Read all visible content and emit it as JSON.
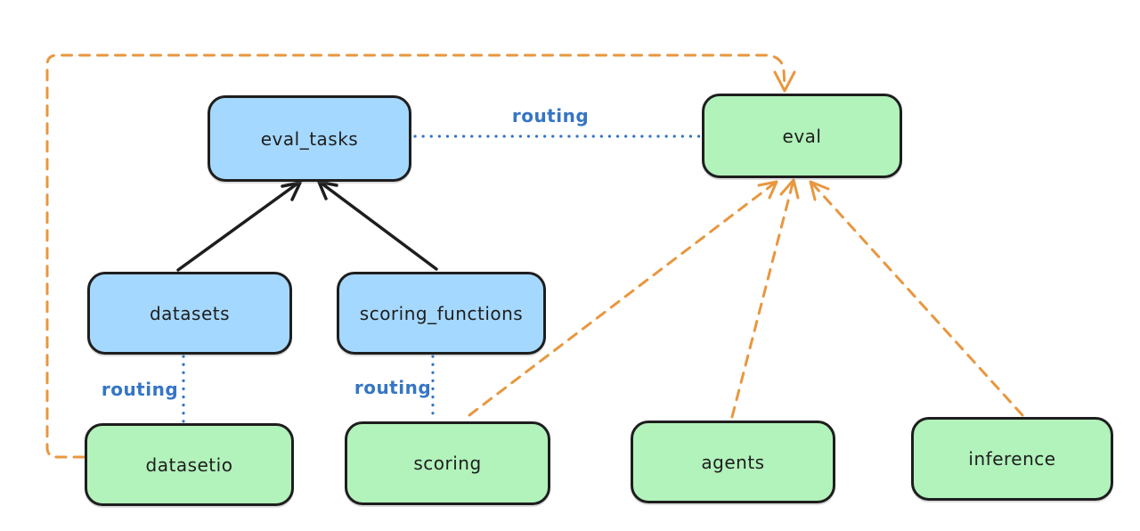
{
  "diagram": {
    "type": "architecture-flow-diagram",
    "background": "#ffffff",
    "colors": {
      "api_node_fill": "#a5d8ff",
      "provider_node_fill": "#b2f2bb",
      "node_stroke": "#1e1e1e",
      "routing_line_blue": "#3575c4",
      "dashed_arrow_orange": "#e8973f",
      "solid_arrow_black": "#1e1e1e"
    },
    "nodes": [
      {
        "id": "eval_tasks",
        "label": "eval_tasks",
        "kind": "api"
      },
      {
        "id": "eval",
        "label": "eval",
        "kind": "provider"
      },
      {
        "id": "datasets",
        "label": "datasets",
        "kind": "api"
      },
      {
        "id": "scoring_functions",
        "label": "scoring_functions",
        "kind": "api"
      },
      {
        "id": "datasetio",
        "label": "datasetio",
        "kind": "provider"
      },
      {
        "id": "scoring",
        "label": "scoring",
        "kind": "provider"
      },
      {
        "id": "agents",
        "label": "agents",
        "kind": "provider"
      },
      {
        "id": "inference",
        "label": "inference",
        "kind": "provider"
      }
    ],
    "edges": [
      {
        "from": "datasets",
        "to": "eval_tasks",
        "style": "solid",
        "color": "black",
        "arrow": true
      },
      {
        "from": "scoring_functions",
        "to": "eval_tasks",
        "style": "solid",
        "color": "black",
        "arrow": true
      },
      {
        "from": "eval_tasks",
        "to": "eval",
        "style": "dotted",
        "color": "blue",
        "arrow": false,
        "label": "routing"
      },
      {
        "from": "datasets",
        "to": "datasetio",
        "style": "dotted",
        "color": "blue",
        "arrow": false,
        "label": "routing"
      },
      {
        "from": "scoring_functions",
        "to": "scoring",
        "style": "dotted",
        "color": "blue",
        "arrow": false,
        "label": "routing"
      },
      {
        "from": "datasetio",
        "to": "eval",
        "style": "dashed",
        "color": "orange",
        "arrow": true
      },
      {
        "from": "scoring",
        "to": "eval",
        "style": "dashed",
        "color": "orange",
        "arrow": true
      },
      {
        "from": "agents",
        "to": "eval",
        "style": "dashed",
        "color": "orange",
        "arrow": true
      },
      {
        "from": "inference",
        "to": "eval",
        "style": "dashed",
        "color": "orange",
        "arrow": true
      }
    ]
  }
}
